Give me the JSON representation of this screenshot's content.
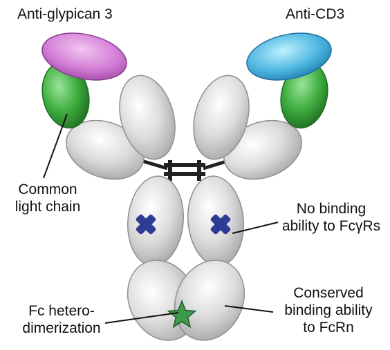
{
  "labels": {
    "anti_glypican": "Anti-glypican 3",
    "anti_cd3": "Anti-CD3",
    "common_light_chain": [
      "Common",
      "light chain"
    ],
    "no_binding": [
      "No binding",
      "ability to FcγRs"
    ],
    "fc_hetero": [
      "Fc hetero-",
      "dimerization"
    ],
    "conserved": [
      "Conserved",
      "binding ability",
      "to FcRn"
    ]
  },
  "colors": {
    "heavy_chain": "#d4d4d4",
    "light_chain_green": "#3fae3f",
    "vh_left_magenta": "#d37fd6",
    "vh_right_cyan": "#4fb7e0",
    "fcgr_mutation_marker": "#2f3c96",
    "heterodimer_star": "#3f9a4c",
    "hinge": "#222222"
  },
  "markers": {
    "fcgr_mutation": "x-cross-icon",
    "heterodimerization": "star-icon"
  }
}
